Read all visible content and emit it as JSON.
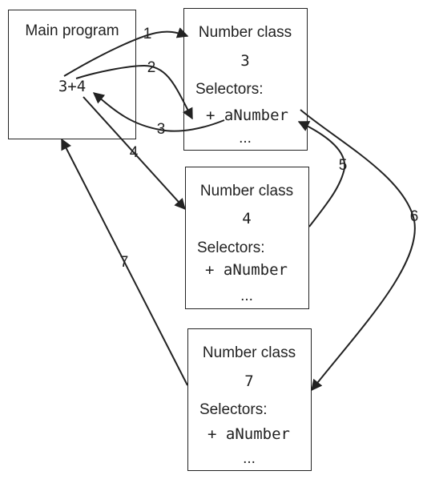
{
  "main": {
    "title": "Main program",
    "expression": "3+4"
  },
  "objects": [
    {
      "class_label": "Number class",
      "value": "3",
      "selectors_label": "Selectors:",
      "selector": "+ aNumber",
      "ellipsis": "..."
    },
    {
      "class_label": "Number class",
      "value": "4",
      "selectors_label": "Selectors:",
      "selector": "+ aNumber",
      "ellipsis": "..."
    },
    {
      "class_label": "Number class",
      "value": "7",
      "selectors_label": "Selectors:",
      "selector": "+ aNumber",
      "ellipsis": "..."
    }
  ],
  "edges": [
    {
      "label": "1",
      "from": "main-program",
      "to": "object-3"
    },
    {
      "label": "2",
      "from": "main-program",
      "to": "object-3-selector"
    },
    {
      "label": "3",
      "from": "object-3-selector",
      "to": "main-program"
    },
    {
      "label": "4",
      "from": "main-program",
      "to": "object-4"
    },
    {
      "label": "5",
      "from": "object-4",
      "to": "object-3-selector"
    },
    {
      "label": "6",
      "from": "object-3-selector",
      "to": "object-7"
    },
    {
      "label": "7",
      "from": "object-7",
      "to": "main-program"
    }
  ],
  "colors": {
    "stroke": "#222222",
    "background": "#ffffff"
  }
}
